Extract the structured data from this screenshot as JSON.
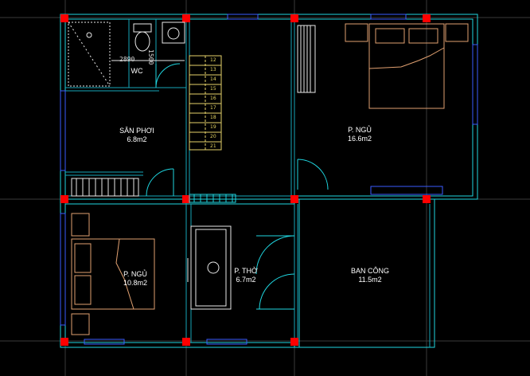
{
  "rooms": {
    "wc": {
      "name": "WC"
    },
    "san_phoi": {
      "name": "SÂN PHƠI",
      "area": "6.8m2"
    },
    "bedroom_top": {
      "name": "P. NGỦ",
      "area": "16.6m2"
    },
    "bedroom_bottom": {
      "name": "P. NGỦ",
      "area": "10.8m2"
    },
    "worship": {
      "name": "P. THỜ",
      "area": "6.7m2"
    },
    "balcony": {
      "name": "BAN CÔNG",
      "area": "11.5m2"
    }
  },
  "dimensions": {
    "wc_width": "2890",
    "wc_depth": "1500"
  },
  "stairs": {
    "steps": [
      "12",
      "13",
      "14",
      "15",
      "16",
      "17",
      "18",
      "19",
      "20",
      "21"
    ]
  },
  "colors": {
    "wall": "#1fd6e0",
    "wall_inner": "#16a6b8",
    "grid_line": "#3a3a3a",
    "column": "#ff0000",
    "furniture": "#e0a070",
    "fixture": "#e8e8e8",
    "stair": "#e6d26a",
    "window": "#3a5cff"
  }
}
